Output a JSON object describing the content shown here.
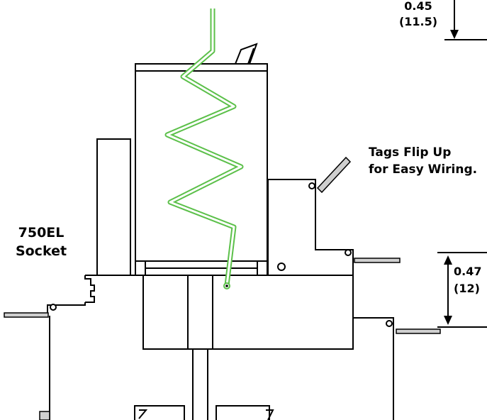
{
  "labels": {
    "socket_line1": "750EL",
    "socket_line2": "Socket",
    "tags_line1": "Tags Flip Up",
    "tags_line2": "for Easy Wiring."
  },
  "dimensions": {
    "top_in": "0.45",
    "top_mm": "(11.5)",
    "right_in": "0.47",
    "right_mm": "(12)"
  },
  "colors": {
    "outline": "#000000",
    "coil": "#5cc04a",
    "tag_fill": "#cfcfcf"
  }
}
